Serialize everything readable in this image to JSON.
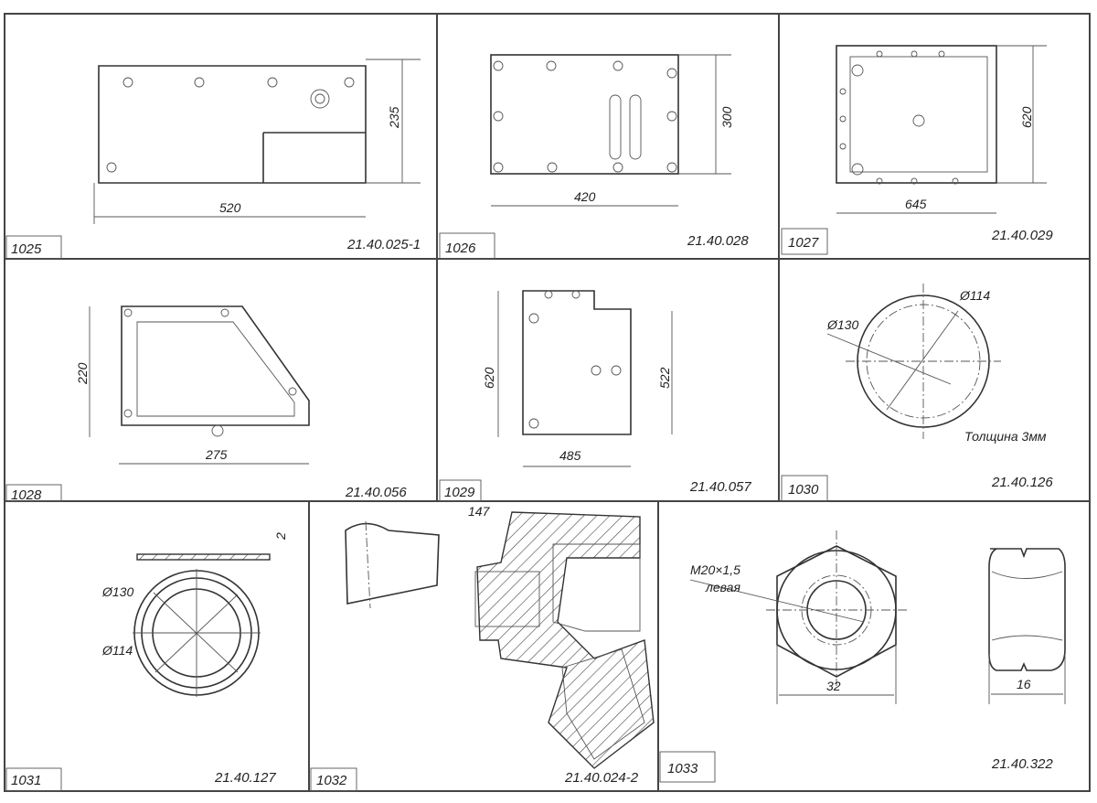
{
  "panels": [
    {
      "number": "1025",
      "code": "21.40.025-1",
      "dims": [
        "520",
        "235"
      ]
    },
    {
      "number": "1026",
      "code": "21.40.028",
      "dims": [
        "420",
        "300"
      ]
    },
    {
      "number": "1027",
      "code": "21.40.029",
      "dims": [
        "645",
        "620"
      ]
    },
    {
      "number": "1028",
      "code": "21.40.056",
      "dims": [
        "275",
        "220"
      ]
    },
    {
      "number": "1029",
      "code": "21.40.057",
      "dims": [
        "485",
        "620",
        "522"
      ]
    },
    {
      "number": "1030",
      "code": "21.40.126",
      "dims": [
        "Ø114",
        "Ø130"
      ],
      "note": "Толщина 3мм"
    },
    {
      "number": "1031",
      "code": "21.40.127",
      "dims": [
        "Ø130",
        "Ø114",
        "2"
      ]
    },
    {
      "number": "1032",
      "code": "21.40.024-2",
      "dims": [
        "147"
      ]
    },
    {
      "number": "1033",
      "code": "21.40.322",
      "dims": [
        "32",
        "16"
      ],
      "thread": "M20×1,5",
      "thread_note": "левая"
    }
  ]
}
